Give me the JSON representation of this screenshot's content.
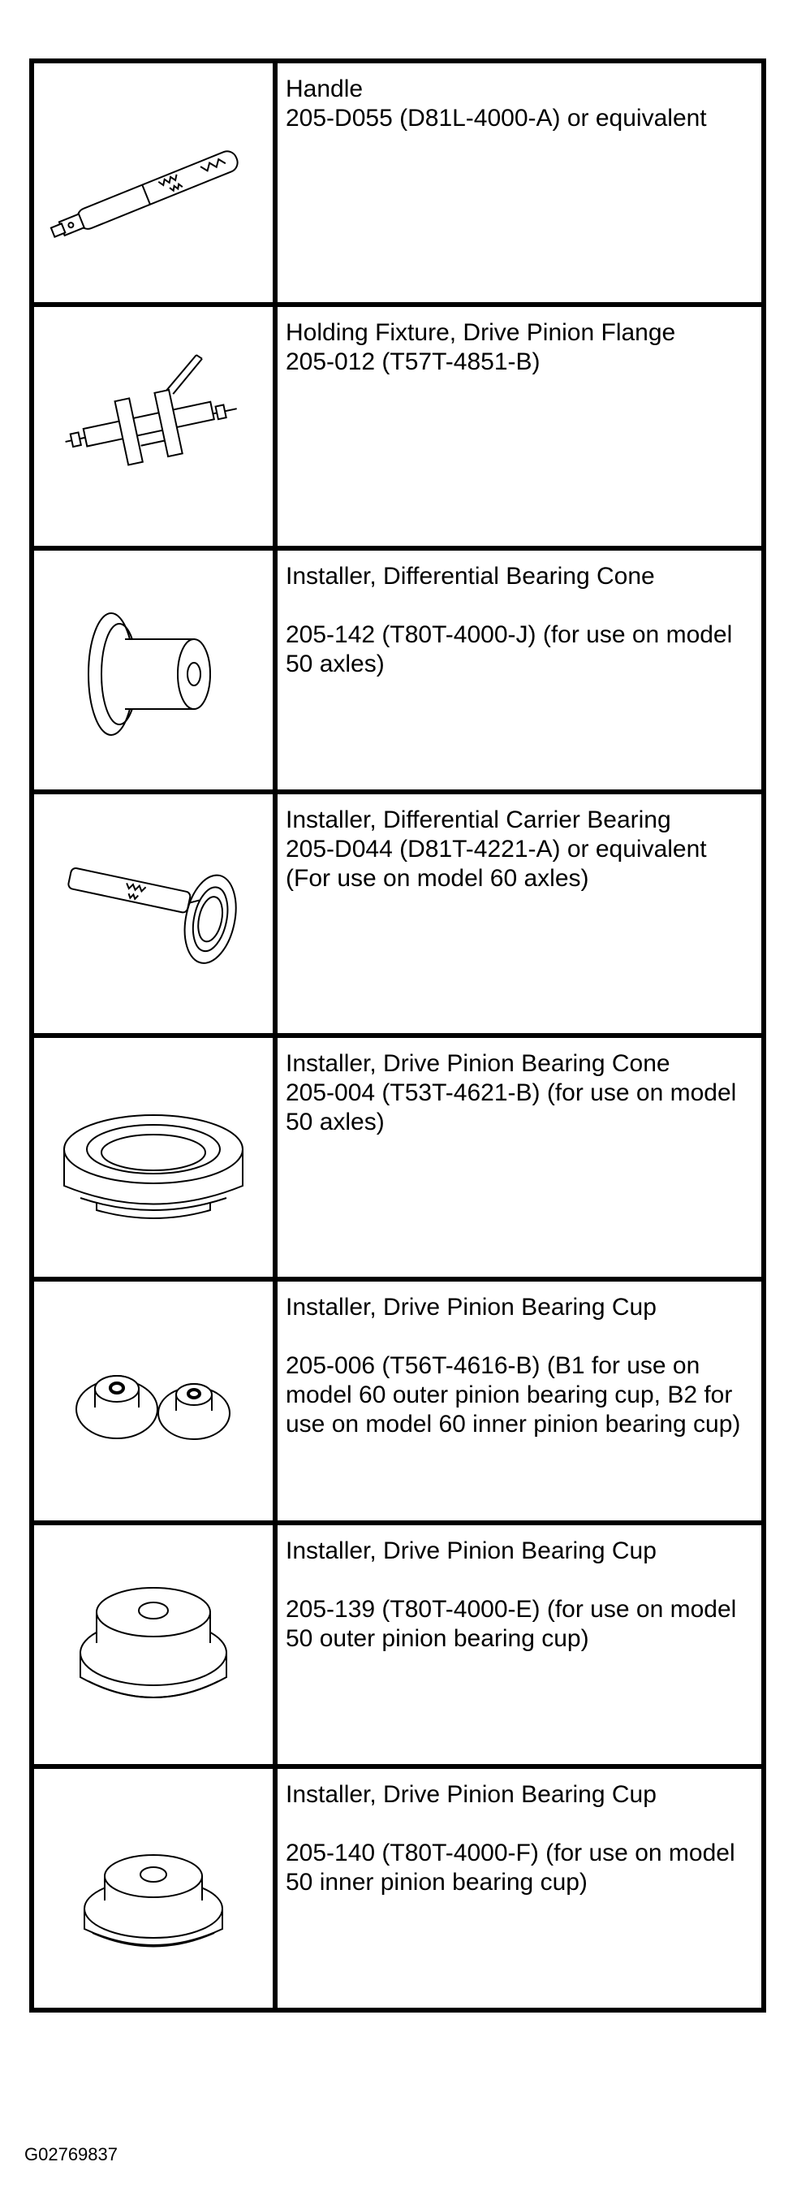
{
  "tools": [
    {
      "icon": "handle-tool-icon",
      "lines": [
        "Handle",
        "205-D055 (D81L-4000-A) or equivalent"
      ]
    },
    {
      "icon": "holding-fixture-icon",
      "lines": [
        "Holding Fixture, Drive Pinion Flange",
        "205-012 (T57T-4851-B)"
      ]
    },
    {
      "icon": "bearing-cone-installer-icon",
      "lines": [
        "Installer, Differential Bearing Cone",
        "",
        "205-142 (T80T-4000-J) (for use on model 50 axles)"
      ]
    },
    {
      "icon": "carrier-bearing-installer-icon",
      "lines": [
        "Installer, Differential Carrier Bearing",
        "205-D044 (D81T-4221-A) or equivalent (For use on model 60 axles)"
      ]
    },
    {
      "icon": "pinion-bearing-cone-installer-icon",
      "lines": [
        "Installer, Drive Pinion Bearing Cone",
        "205-004 (T53T-4621-B) (for use on model 50 axles)"
      ]
    },
    {
      "icon": "pinion-cup-installer-pair-icon",
      "lines": [
        "Installer, Drive Pinion Bearing Cup",
        "",
        "205-006 (T56T-4616-B) (B1 for use on model 60 outer pinion bearing cup, B2 for use on model 60 inner pinion bearing cup)"
      ]
    },
    {
      "icon": "pinion-cup-installer-outer-icon",
      "lines": [
        "Installer, Drive Pinion Bearing Cup",
        "",
        "205-139 (T80T-4000-E) (for use on model 50 outer pinion bearing cup)"
      ]
    },
    {
      "icon": "pinion-cup-installer-inner-icon",
      "lines": [
        "Installer, Drive Pinion Bearing Cup",
        "",
        "205-140 (T80T-4000-F) (for use on model 50 inner pinion bearing cup)"
      ]
    }
  ],
  "figure_id": "G02769837"
}
